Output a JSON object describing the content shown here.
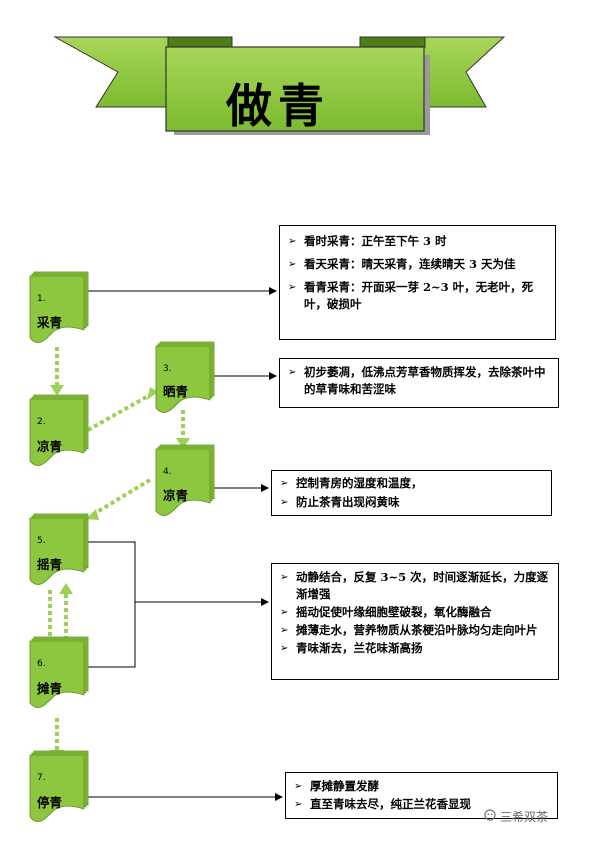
{
  "title": "做青",
  "steps": [
    {
      "num": "1.",
      "name": "采青"
    },
    {
      "num": "2.",
      "name": "凉青"
    },
    {
      "num": "3.",
      "name": "晒青"
    },
    {
      "num": "4.",
      "name": "凉青"
    },
    {
      "num": "5.",
      "name": "摇青"
    },
    {
      "num": "6.",
      "name": "摊青"
    },
    {
      "num": "7.",
      "name": "停青"
    }
  ],
  "notes": {
    "picking": [
      "看时采青：正午至下午 3 时",
      "看天采青：晴天采青，连续晴天 3 天为佳",
      "看青采青：开面采一芽 2~3 叶，无老叶，死叶，破损叶"
    ],
    "sunning": [
      "初步萎凋，低沸点芳草香物质挥发，去除茶叶中的草青味和苦涩味"
    ],
    "cooling": [
      "控制青房的湿度和温度，",
      "防止茶青出现闷黄味"
    ],
    "shaking": [
      "动静结合，反复 3~5 次，时间逐渐延长，力度逐渐增强",
      "摇动促使叶缘细胞壁破裂，氧化酶融合",
      "摊薄走水，营养物质从茶梗沿叶脉均匀走向叶片",
      "青味渐去，兰花味渐高扬"
    ],
    "resting": [
      "厚摊静置发酵",
      "直至青味去尽，纯正兰花香显现"
    ]
  },
  "watermark": "三希双茶",
  "colors": {
    "leaf": "#8dc63f",
    "leaf_dark": "#5e8f1c",
    "banner": "#8cc63f",
    "arrow": "#9bd157"
  }
}
